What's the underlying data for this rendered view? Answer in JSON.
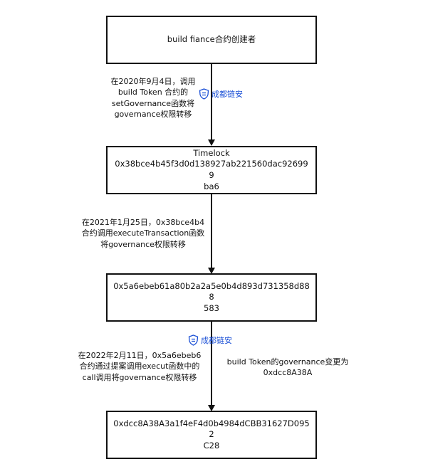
{
  "nodes": [
    {
      "id": "creator",
      "lines": [
        "build fiance合约创建者"
      ]
    },
    {
      "id": "timelock",
      "lines": [
        "Timelock",
        "0x38bce4b45f3d0d138927ab221560dac926999",
        "ba6"
      ]
    },
    {
      "id": "addr2",
      "lines": [
        "0x5a6ebeb61a80b2a2a5e0b4d893d731358d888",
        "583"
      ]
    },
    {
      "id": "addr3",
      "lines": [
        "0xdcc8A38A3a1f4eF4d0b4984dCBB31627D0952",
        "C28"
      ]
    }
  ],
  "edge_labels": [
    [
      "在2020年9月4日，调用",
      "build Token 合约的",
      "setGovernance函数将",
      "governance权限转移"
    ],
    [
      "在2021年1月25日，0x38bce4b4",
      "合约调用executeTransaction函数",
      "将governance权限转移"
    ],
    [
      "在2022年2月11日，0x5a6ebeb6",
      "合约通过提案调用execut函数中的",
      "call调用将governance权限转移"
    ]
  ],
  "side_note": [
    "build Token的governance变更为",
    "0xdcc8A38A"
  ],
  "watermark": {
    "text": "成都链安",
    "icon": "shield-logo-icon",
    "color": "#1a4fd6"
  }
}
